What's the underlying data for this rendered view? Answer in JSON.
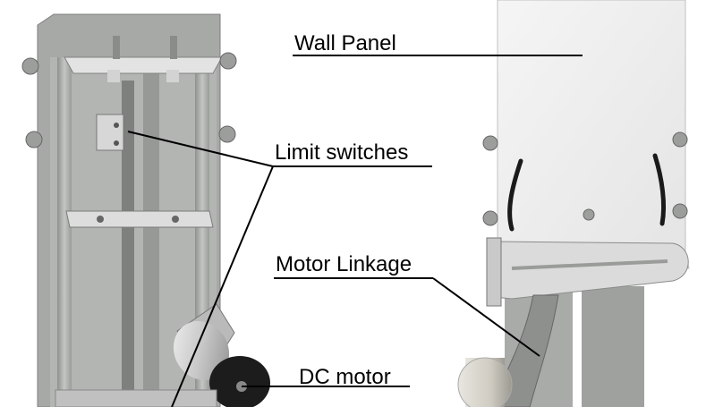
{
  "labels": {
    "wall_panel": "Wall Panel",
    "limit_switches": "Limit switches",
    "motor_linkage": "Motor Linkage",
    "dc_motor": "DC motor"
  },
  "colors": {
    "background": "#ffffff",
    "metal_light": "#c9cbc9",
    "metal_mid": "#a9aba9",
    "metal_dark": "#8a8c8a",
    "panel_white": "#eeeeee",
    "motor_black": "#1c1c1c",
    "leader_line": "#000000"
  }
}
